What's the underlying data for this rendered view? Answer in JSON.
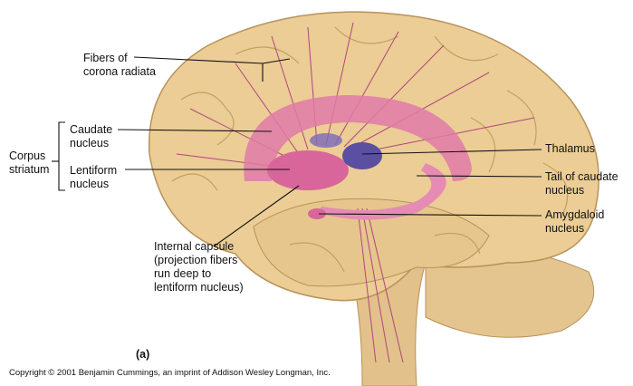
{
  "figure": {
    "panel_label": "(a)",
    "copyright": "Copyright © 2001 Benjamin Cummings, an imprint of Addison Wesley Longman, Inc."
  },
  "labels": {
    "fibers_1": "Fibers of",
    "fibers_2": "corona radiata",
    "caudate_1": "Caudate",
    "caudate_2": "nucleus",
    "corpus_1": "Corpus",
    "corpus_2": "striatum",
    "lentiform_1": "Lentiform",
    "lentiform_2": "nucleus",
    "thalamus": "Thalamus",
    "tail_1": "Tail of caudate",
    "tail_2": "nucleus",
    "amygdaloid_1": "Amygdaloid",
    "amygdaloid_2": "nucleus",
    "internal_1": "Internal capsule",
    "internal_2": "(projection fibers",
    "internal_3": "run deep to",
    "internal_4": "lentiform nucleus)"
  },
  "colors": {
    "brain": "#e8c98f",
    "brain_shadow": "#c9a46a",
    "striatum": "#e07aa8",
    "thalamus": "#5a4fa0",
    "fibers": "#b0457e"
  }
}
